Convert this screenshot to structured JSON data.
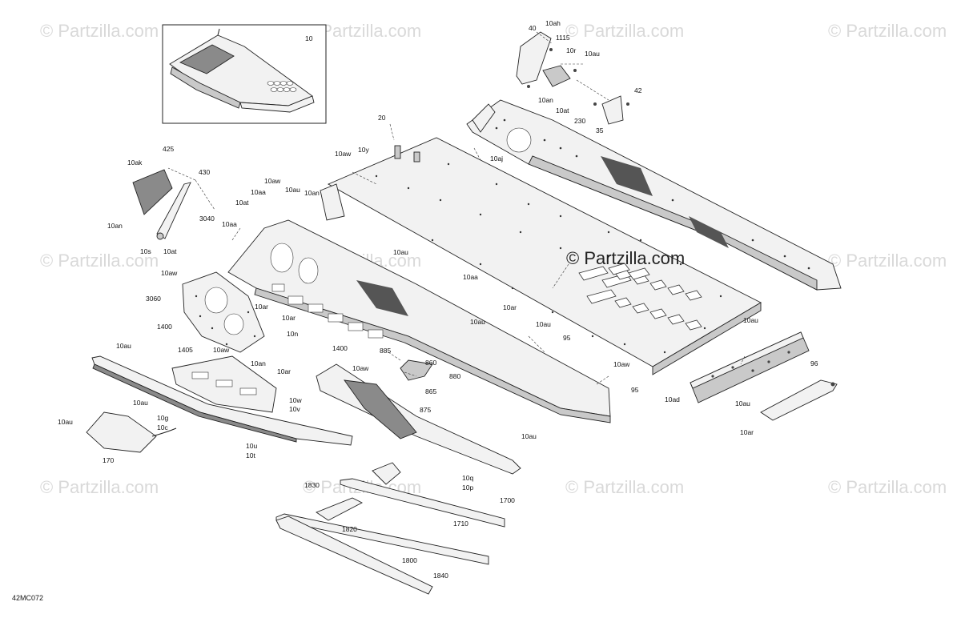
{
  "watermarks": [
    "© Partzilla.com",
    "© Partzilla.com",
    "© Partzilla.com",
    "© Partzilla.com",
    "© Partzilla.com",
    "© Partzilla.com",
    "© Partzilla.com",
    "© Partzilla.com",
    "© Partzilla.com",
    "© Partzilla.com",
    "© Partzilla.com"
  ],
  "center_watermark": "© Partzilla.com",
  "diagram_code": "42MC072",
  "inset_label": "10",
  "callouts": [
    "40",
    "10ah",
    "1115",
    "10r",
    "10au",
    "42",
    "10an",
    "10at",
    "230",
    "35",
    "20",
    "10aj",
    "10aw",
    "10y",
    "425",
    "10ak",
    "430",
    "10aw",
    "10au",
    "10aa",
    "10an",
    "10at",
    "3040",
    "10aa",
    "10an",
    "10s",
    "10at",
    "10au",
    "10aa",
    "10ar",
    "10aw",
    "3060",
    "10ar",
    "1400",
    "1405",
    "10aw",
    "10n",
    "1400",
    "885",
    "860",
    "865",
    "880",
    "875",
    "95",
    "10au",
    "95",
    "10au",
    "10ad",
    "96",
    "10au",
    "10ar",
    "10aw",
    "10an",
    "10ar",
    "10w",
    "10v",
    "10au",
    "10aw",
    "10au",
    "10g",
    "10c",
    "170",
    "10u",
    "10t",
    "10au",
    "10q",
    "10p",
    "1830",
    "1700",
    "1820",
    "1710",
    "1800",
    "1840",
    "10au",
    "10ar",
    "10au"
  ]
}
